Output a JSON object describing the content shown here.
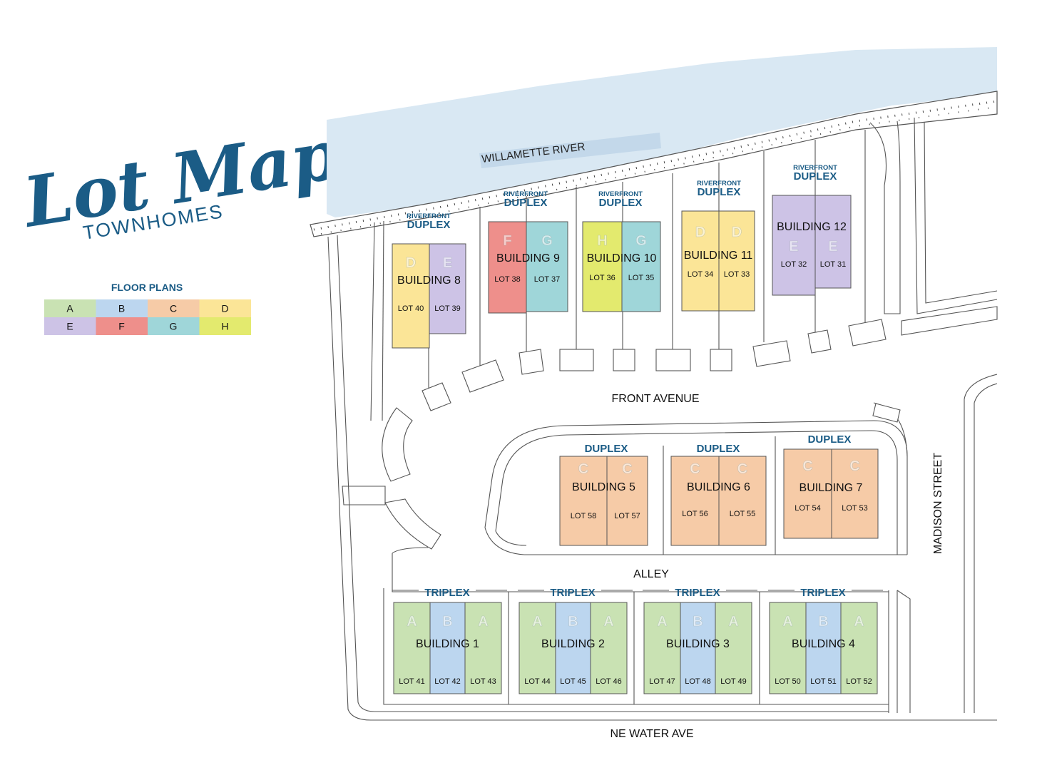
{
  "logo": {
    "title": "Lot Map",
    "subtitle": "TOWNHOMES",
    "color": "#1b5c86"
  },
  "legend": {
    "heading": "FLOOR PLANS",
    "items": [
      {
        "plan": "A",
        "color": "#c9e2b3"
      },
      {
        "plan": "B",
        "color": "#bcd6ef"
      },
      {
        "plan": "C",
        "color": "#f6cba7"
      },
      {
        "plan": "D",
        "color": "#fbe597"
      },
      {
        "plan": "E",
        "color": "#cdc3e6"
      },
      {
        "plan": "F",
        "color": "#ee8f8b"
      },
      {
        "plan": "G",
        "color": "#9fd6d9"
      },
      {
        "plan": "H",
        "color": "#e3ea6e"
      }
    ]
  },
  "colors": {
    "heading_blue": "#1b5c86",
    "river": "#d9e8f3",
    "plan_letter": "#7f9fc6",
    "line": "#555555"
  },
  "streets": {
    "river": "WILLAMETTE RIVER",
    "front": "FRONT AVENUE",
    "alley": "ALLEY",
    "madison": "MADISON STREET",
    "water": "NE WATER AVE"
  },
  "buildings": [
    {
      "name": "BUILDING 8",
      "type_small": "RIVERFRONT",
      "type": "DUPLEX",
      "units": [
        {
          "plan": "D",
          "lot": "LOT 40"
        },
        {
          "plan": "E",
          "lot": "LOT 39"
        }
      ]
    },
    {
      "name": "BUILDING 9",
      "type_small": "RIVERFRONT",
      "type": "DUPLEX",
      "units": [
        {
          "plan": "F",
          "lot": "LOT 38"
        },
        {
          "plan": "G",
          "lot": "LOT 37"
        }
      ]
    },
    {
      "name": "BUILDING 10",
      "type_small": "RIVERFRONT",
      "type": "DUPLEX",
      "units": [
        {
          "plan": "H",
          "lot": "LOT 36"
        },
        {
          "plan": "G",
          "lot": "LOT 35"
        }
      ]
    },
    {
      "name": "BUILDING 11",
      "type_small": "RIVERFRONT",
      "type": "DUPLEX",
      "units": [
        {
          "plan": "D",
          "lot": "LOT 34"
        },
        {
          "plan": "D",
          "lot": "LOT 33"
        }
      ]
    },
    {
      "name": "BUILDING 12",
      "type_small": "RIVERFRONT",
      "type": "DUPLEX",
      "units": [
        {
          "plan": "E",
          "lot": "LOT 32"
        },
        {
          "plan": "E",
          "lot": "LOT 31"
        }
      ]
    },
    {
      "name": "BUILDING 5",
      "type_small": "",
      "type": "DUPLEX",
      "units": [
        {
          "plan": "C",
          "lot": "LOT 58"
        },
        {
          "plan": "C",
          "lot": "LOT 57"
        }
      ]
    },
    {
      "name": "BUILDING 6",
      "type_small": "",
      "type": "DUPLEX",
      "units": [
        {
          "plan": "C",
          "lot": "LOT 56"
        },
        {
          "plan": "C",
          "lot": "LOT 55"
        }
      ]
    },
    {
      "name": "BUILDING 7",
      "type_small": "",
      "type": "DUPLEX",
      "units": [
        {
          "plan": "C",
          "lot": "LOT 54"
        },
        {
          "plan": "C",
          "lot": "LOT 53"
        }
      ]
    },
    {
      "name": "BUILDING 1",
      "type_small": "",
      "type": "TRIPLEX",
      "units": [
        {
          "plan": "A",
          "lot": "LOT 41"
        },
        {
          "plan": "B",
          "lot": "LOT 42"
        },
        {
          "plan": "A",
          "lot": "LOT 43"
        }
      ]
    },
    {
      "name": "BUILDING 2",
      "type_small": "",
      "type": "TRIPLEX",
      "units": [
        {
          "plan": "A",
          "lot": "LOT 44"
        },
        {
          "plan": "B",
          "lot": "LOT 45"
        },
        {
          "plan": "A",
          "lot": "LOT 46"
        }
      ]
    },
    {
      "name": "BUILDING 3",
      "type_small": "",
      "type": "TRIPLEX",
      "units": [
        {
          "plan": "A",
          "lot": "LOT 47"
        },
        {
          "plan": "B",
          "lot": "LOT 48"
        },
        {
          "plan": "A",
          "lot": "LOT 49"
        }
      ]
    },
    {
      "name": "BUILDING 4",
      "type_small": "",
      "type": "TRIPLEX",
      "units": [
        {
          "plan": "A",
          "lot": "LOT 50"
        },
        {
          "plan": "B",
          "lot": "LOT 51"
        },
        {
          "plan": "A",
          "lot": "LOT 52"
        }
      ]
    }
  ]
}
